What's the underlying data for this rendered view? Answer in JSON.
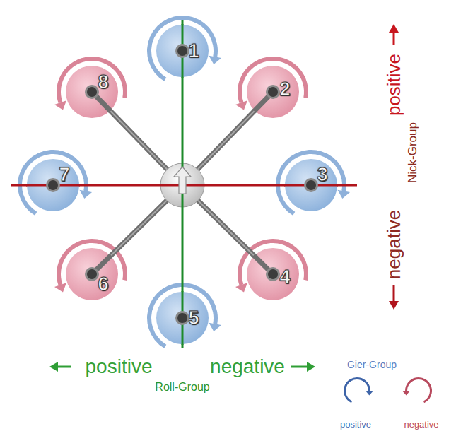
{
  "diagram": {
    "nodes": [
      {
        "text": [
          "1"
        ]
      },
      {
        "text": [
          "8"
        ]
      },
      {
        "text": [
          "2"
        ]
      },
      {
        "text": [
          "7"
        ]
      },
      {
        "text": [
          "3"
        ]
      },
      {
        "text": [
          "6"
        ]
      },
      {
        "text": [
          "4"
        ]
      },
      {
        "text": [
          "5"
        ]
      }
    ],
    "labels": [
      "positive",
      "Nick-Group",
      "negative",
      "positive",
      "negative",
      "Roll-Group",
      "Gier-Group"
    ],
    "legend": [
      {
        "text": "positive"
      },
      {
        "text": "negative"
      }
    ]
  }
}
